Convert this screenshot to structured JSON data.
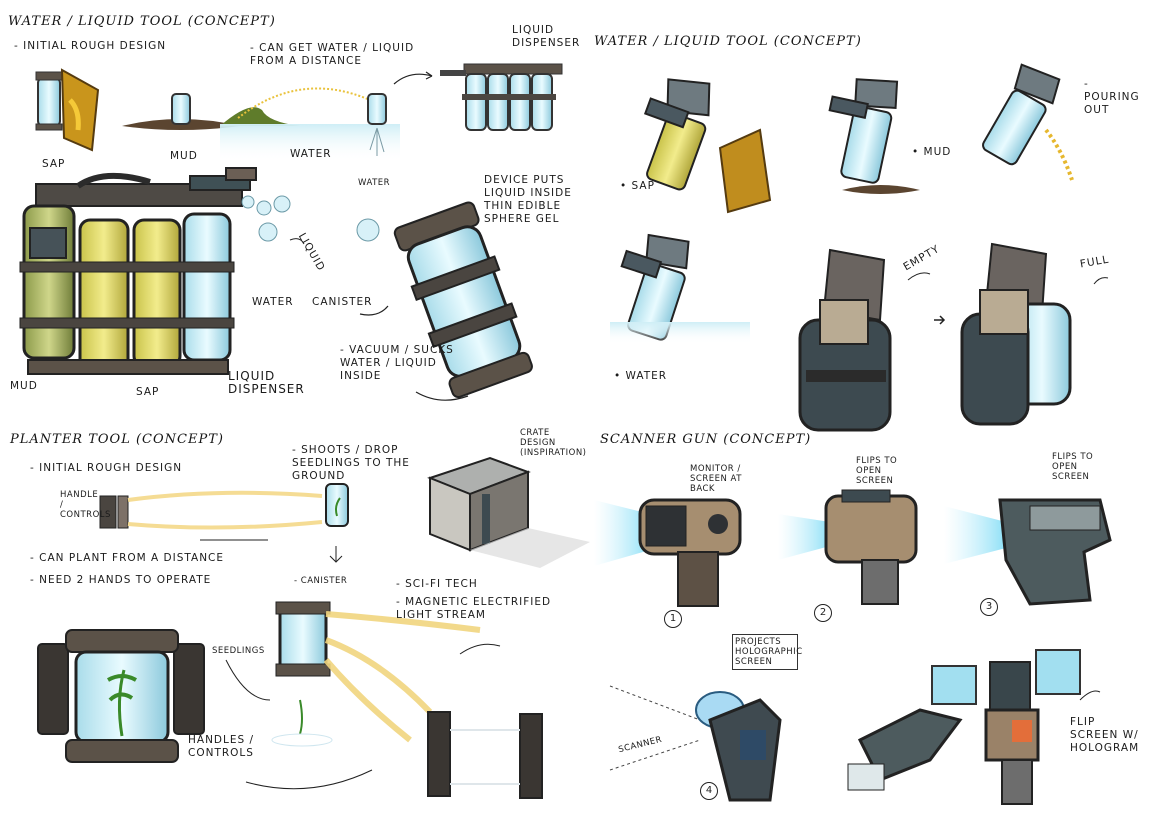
{
  "sections": {
    "water_tool_left": {
      "title": "Water / Liquid Tool (Concept)",
      "subtitle": "- Initial Rough Design",
      "note_distance": "- Can get water / liquid from a distance",
      "label_sap": "Sap",
      "label_mud": "Mud",
      "label_water": "Water",
      "label_water_small": "Water",
      "label_dispenser_top": "Liquid Dispenser",
      "label_liquid": "Liquid",
      "label_canister": "Canister",
      "note_device": "Device puts liquid inside thin edible sphere gel",
      "note_vacuum": "- Vacuum / sucks water / liquid inside",
      "big_water": "Water",
      "big_mud": "Mud",
      "big_sap": "Sap",
      "big_dispenser": "Liquid Dispenser"
    },
    "water_tool_right": {
      "title": "Water / Liquid Tool (Concept)",
      "label_sap": "• Sap",
      "label_mud": "• Mud",
      "label_pouring": "- Pouring out",
      "label_water": "• Water",
      "label_empty": "Empty",
      "label_full": "Full"
    },
    "planter_tool": {
      "title": "Planter Tool (Concept)",
      "note_initial": "- Initial Rough Design",
      "note_shoots": "- Shoots / drop seedlings to the ground",
      "note_crate": "Crate design (inspiration)",
      "label_handle": "Handle / controls",
      "note_distance": "- Can plant from a distance",
      "note_hands": "- Need 2 hands to operate",
      "label_canister": "- Canister",
      "note_scifi": "- Sci-fi tech",
      "note_magnetic": "- Magnetic electrified light stream",
      "label_seedlings": "Seedlings",
      "label_handles": "Handles / controls"
    },
    "scanner_gun": {
      "title": "Scanner Gun (Concept)",
      "note_monitor": "Monitor / screen at back",
      "note_flips_1": "Flips to open screen",
      "note_flips_2": "Flips to open screen",
      "num_1": "1",
      "num_2": "2",
      "num_3": "3",
      "num_4": "4",
      "note_projects": "Projects holographic screen",
      "label_scanner": "Scanner",
      "note_flip": "Flip screen w/ hologram"
    }
  }
}
